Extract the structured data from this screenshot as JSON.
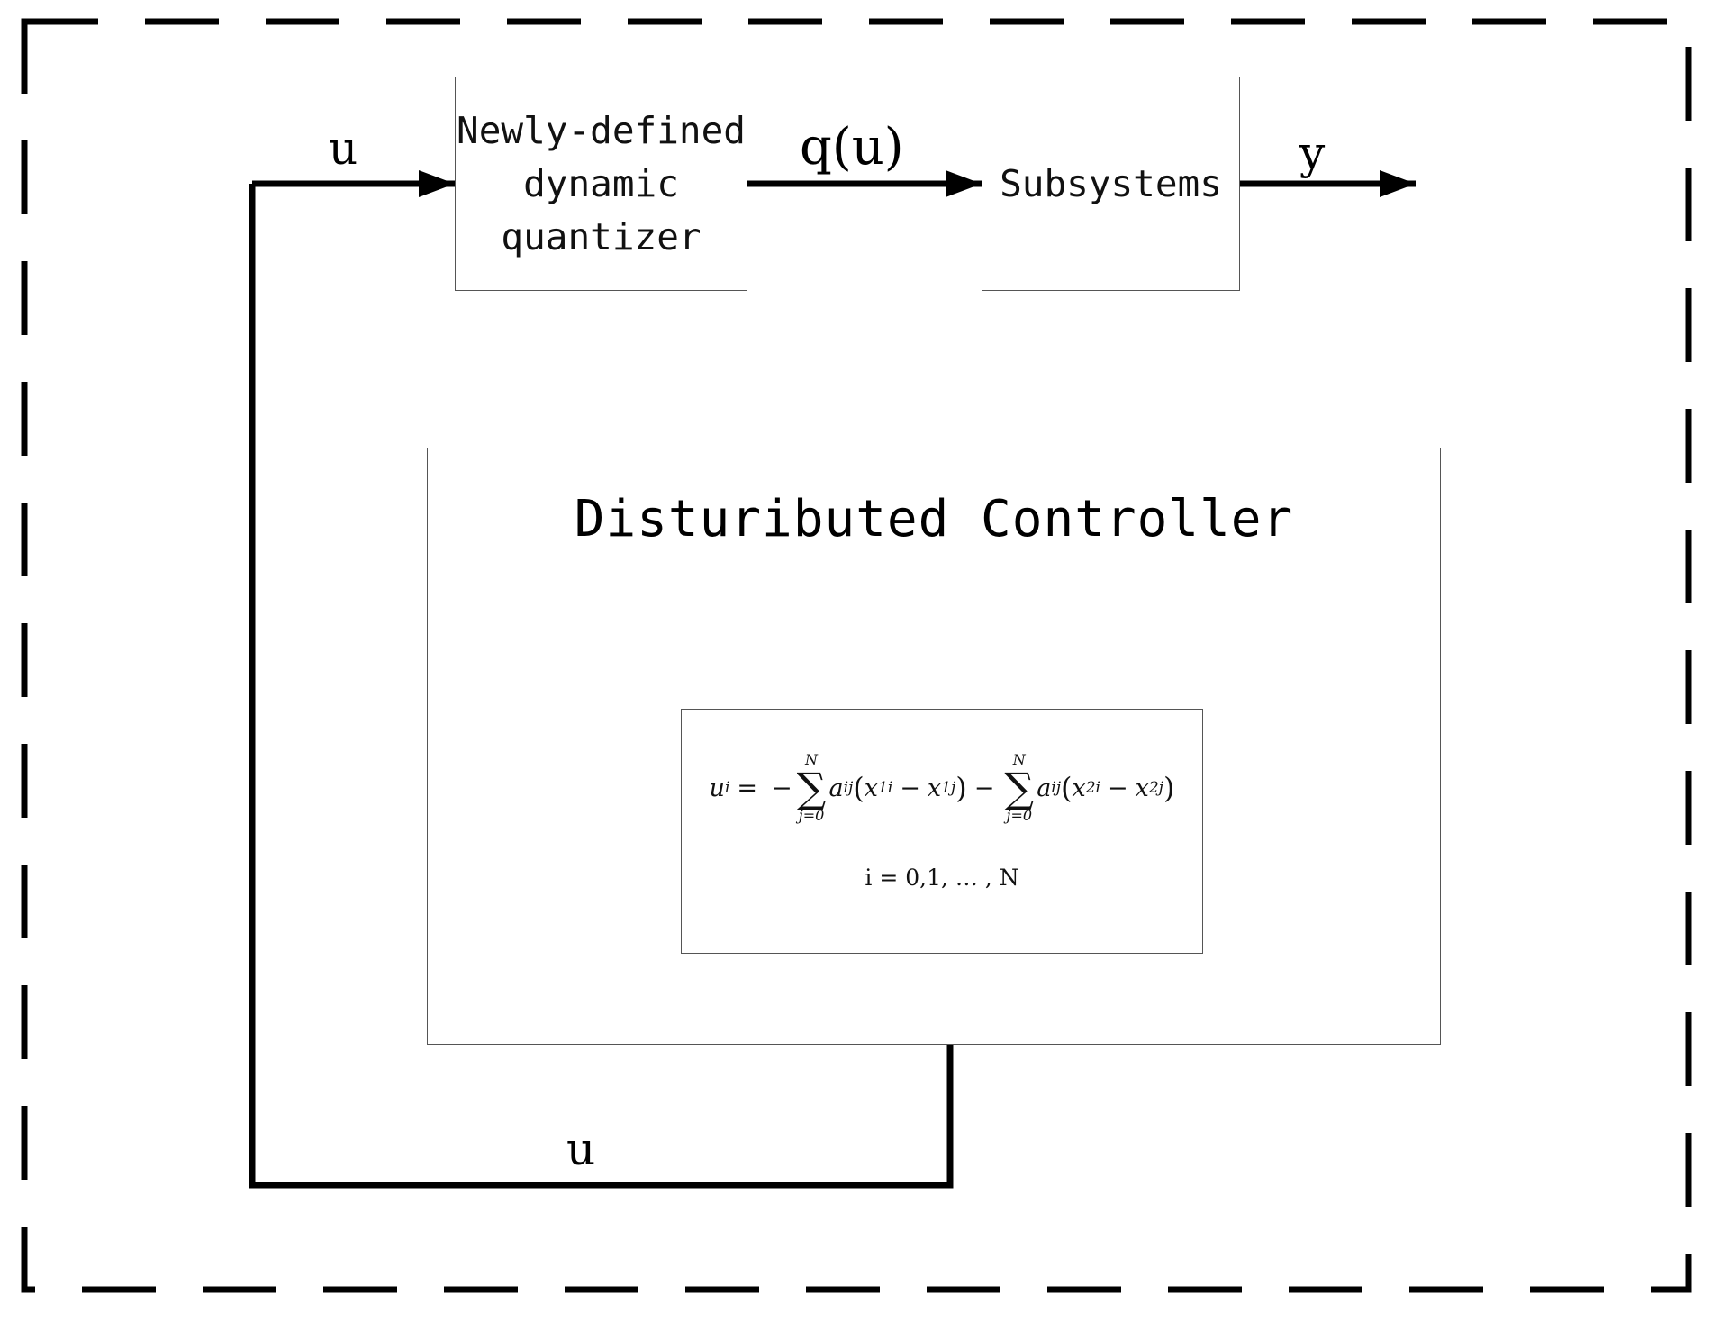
{
  "labels": {
    "input_top": "u",
    "quantized": "q(u)",
    "output": "y",
    "feedback": "u"
  },
  "blocks": {
    "quantizer_lines": [
      "Newly-defined",
      "dynamic",
      "quantizer"
    ],
    "subsystems": "Subsystems",
    "controller_title": "Distuributed Controller"
  },
  "formula": {
    "lhs": "u",
    "lhs_sub": "i",
    "equals": "=",
    "minus": "−",
    "sum_upper": "N",
    "sum_lower": "j=0",
    "coef": "a",
    "coef_sub": "ij",
    "term1_a": "x",
    "term1_a_sub": "1i",
    "term1_b": "x",
    "term1_b_sub": "1j",
    "term2_a": "x",
    "term2_a_sub": "2i",
    "term2_b": "x",
    "term2_b_sub": "2j",
    "index_line": "i = 0,1, … , N"
  },
  "colors": {
    "line": "#000000",
    "box_border": "#555555",
    "background": "#ffffff"
  }
}
